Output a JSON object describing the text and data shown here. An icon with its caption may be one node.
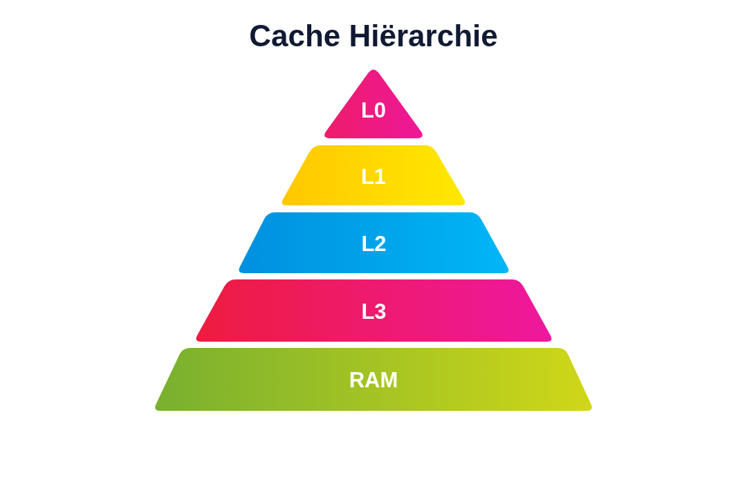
{
  "diagram": {
    "title": "Cache Hiërarchie",
    "nodes": [
      {
        "text": [
          "L0"
        ]
      },
      {
        "text": [
          "L1"
        ]
      },
      {
        "text": [
          "L2"
        ]
      },
      {
        "text": [
          "L3"
        ]
      },
      {
        "text": [
          "RAM"
        ]
      }
    ]
  }
}
